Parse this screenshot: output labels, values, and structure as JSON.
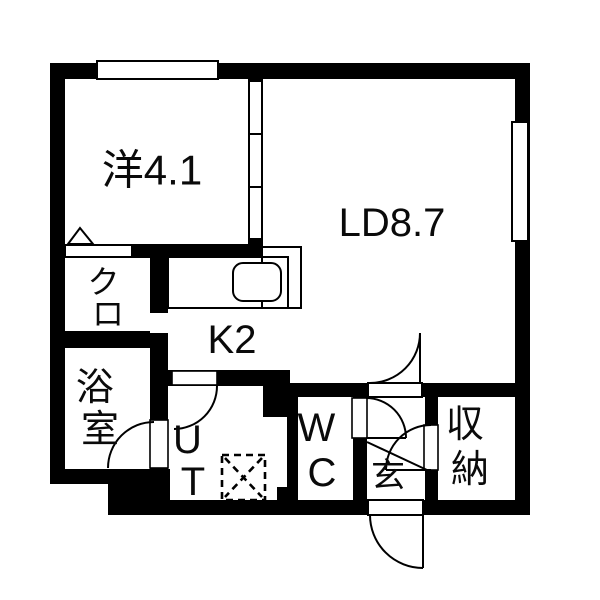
{
  "plan": {
    "type": "apartment-floor-plan",
    "colors": {
      "wall": "#000000",
      "floor": "#ffffff",
      "line": "#000000"
    },
    "rooms": {
      "western": {
        "label": "洋4.1"
      },
      "living_dining": {
        "label": "LD8.7"
      },
      "kitchen": {
        "label": "K2"
      },
      "closet": {
        "label": "クロ",
        "chars": [
          "ク",
          "ロ"
        ]
      },
      "bathroom": {
        "label": "浴室",
        "chars": [
          "浴",
          "室"
        ]
      },
      "utility": {
        "label": "UT",
        "chars": [
          "U",
          "T"
        ]
      },
      "toilet": {
        "label": "WC",
        "chars": [
          "W",
          "C"
        ]
      },
      "entrance": {
        "label": "玄"
      },
      "storage": {
        "label": "収納",
        "chars": [
          "収",
          "納"
        ]
      }
    }
  }
}
